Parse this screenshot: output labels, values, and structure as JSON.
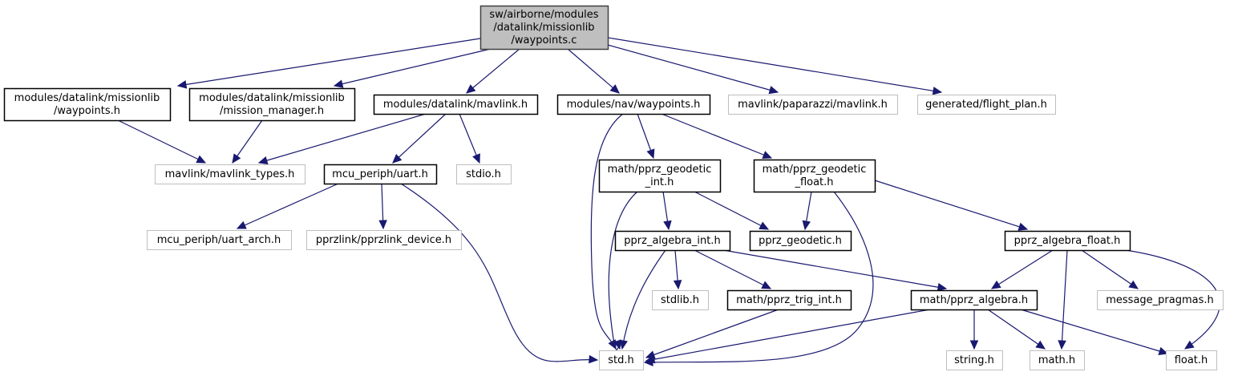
{
  "title": "Include dependency graph for waypoints.c",
  "colors": {
    "edge": "#191970",
    "root_fill": "#bfbfbf",
    "root_border": "#404040",
    "documented_border": "#000000",
    "undocumented_border": "#bfbfbf",
    "node_fill": "#ffffff"
  },
  "nodes": [
    {
      "id": "root",
      "lines": [
        "sw/airborne/modules",
        "/datalink/missionlib",
        "/waypoints.c"
      ],
      "kind": "root"
    },
    {
      "id": "ml_waypoints_h",
      "lines": [
        "modules/datalink/missionlib",
        "/waypoints.h"
      ],
      "kind": "documented"
    },
    {
      "id": "mission_manager_h",
      "lines": [
        "modules/datalink/missionlib",
        "/mission_manager.h"
      ],
      "kind": "documented"
    },
    {
      "id": "dl_mavlink_h",
      "lines": [
        "modules/datalink/mavlink.h"
      ],
      "kind": "documented"
    },
    {
      "id": "nav_waypoints_h",
      "lines": [
        "modules/nav/waypoints.h"
      ],
      "kind": "documented"
    },
    {
      "id": "pprz_mavlink_h",
      "lines": [
        "mavlink/paparazzi/mavlink.h"
      ],
      "kind": "undocumented"
    },
    {
      "id": "flight_plan_h",
      "lines": [
        "generated/flight_plan.h"
      ],
      "kind": "undocumented"
    },
    {
      "id": "mavlink_types_h",
      "lines": [
        "mavlink/mavlink_types.h"
      ],
      "kind": "undocumented"
    },
    {
      "id": "uart_h",
      "lines": [
        "mcu_periph/uart.h"
      ],
      "kind": "documented"
    },
    {
      "id": "stdio_h",
      "lines": [
        "stdio.h"
      ],
      "kind": "undocumented"
    },
    {
      "id": "geodetic_int_h",
      "lines": [
        "math/pprz_geodetic",
        "_int.h"
      ],
      "kind": "documented"
    },
    {
      "id": "geodetic_float_h",
      "lines": [
        "math/pprz_geodetic",
        "_float.h"
      ],
      "kind": "documented"
    },
    {
      "id": "uart_arch_h",
      "lines": [
        "mcu_periph/uart_arch.h"
      ],
      "kind": "undocumented"
    },
    {
      "id": "pprzlink_device_h",
      "lines": [
        "pprzlink/pprzlink_device.h"
      ],
      "kind": "undocumented"
    },
    {
      "id": "algebra_int_h",
      "lines": [
        "pprz_algebra_int.h"
      ],
      "kind": "documented"
    },
    {
      "id": "geodetic_h",
      "lines": [
        "pprz_geodetic.h"
      ],
      "kind": "documented"
    },
    {
      "id": "algebra_float_h",
      "lines": [
        "pprz_algebra_float.h"
      ],
      "kind": "documented"
    },
    {
      "id": "stdlib_h",
      "lines": [
        "stdlib.h"
      ],
      "kind": "undocumented"
    },
    {
      "id": "trig_int_h",
      "lines": [
        "math/pprz_trig_int.h"
      ],
      "kind": "documented"
    },
    {
      "id": "algebra_h",
      "lines": [
        "math/pprz_algebra.h"
      ],
      "kind": "documented"
    },
    {
      "id": "message_pragmas_h",
      "lines": [
        "message_pragmas.h"
      ],
      "kind": "undocumented"
    },
    {
      "id": "std_h",
      "lines": [
        "std.h"
      ],
      "kind": "undocumented"
    },
    {
      "id": "string_h",
      "lines": [
        "string.h"
      ],
      "kind": "undocumented"
    },
    {
      "id": "math_h",
      "lines": [
        "math.h"
      ],
      "kind": "undocumented"
    },
    {
      "id": "float_h",
      "lines": [
        "float.h"
      ],
      "kind": "undocumented"
    }
  ],
  "edges": [
    {
      "from": "root",
      "to": "ml_waypoints_h"
    },
    {
      "from": "root",
      "to": "mission_manager_h"
    },
    {
      "from": "root",
      "to": "dl_mavlink_h"
    },
    {
      "from": "root",
      "to": "nav_waypoints_h"
    },
    {
      "from": "root",
      "to": "pprz_mavlink_h"
    },
    {
      "from": "root",
      "to": "flight_plan_h"
    },
    {
      "from": "ml_waypoints_h",
      "to": "mavlink_types_h"
    },
    {
      "from": "mission_manager_h",
      "to": "mavlink_types_h"
    },
    {
      "from": "dl_mavlink_h",
      "to": "mavlink_types_h"
    },
    {
      "from": "dl_mavlink_h",
      "to": "uart_h"
    },
    {
      "from": "dl_mavlink_h",
      "to": "stdio_h"
    },
    {
      "from": "uart_h",
      "to": "uart_arch_h"
    },
    {
      "from": "uart_h",
      "to": "pprzlink_device_h"
    },
    {
      "from": "uart_h",
      "to": "std_h"
    },
    {
      "from": "nav_waypoints_h",
      "to": "std_h"
    },
    {
      "from": "nav_waypoints_h",
      "to": "geodetic_int_h"
    },
    {
      "from": "nav_waypoints_h",
      "to": "geodetic_float_h"
    },
    {
      "from": "geodetic_int_h",
      "to": "std_h"
    },
    {
      "from": "geodetic_int_h",
      "to": "algebra_int_h"
    },
    {
      "from": "geodetic_int_h",
      "to": "geodetic_h"
    },
    {
      "from": "geodetic_float_h",
      "to": "geodetic_h"
    },
    {
      "from": "geodetic_float_h",
      "to": "std_h"
    },
    {
      "from": "geodetic_float_h",
      "to": "algebra_float_h"
    },
    {
      "from": "algebra_int_h",
      "to": "std_h"
    },
    {
      "from": "algebra_int_h",
      "to": "stdlib_h"
    },
    {
      "from": "algebra_int_h",
      "to": "trig_int_h"
    },
    {
      "from": "algebra_int_h",
      "to": "algebra_h"
    },
    {
      "from": "trig_int_h",
      "to": "std_h"
    },
    {
      "from": "algebra_float_h",
      "to": "algebra_h"
    },
    {
      "from": "algebra_float_h",
      "to": "math_h"
    },
    {
      "from": "algebra_float_h",
      "to": "message_pragmas_h"
    },
    {
      "from": "algebra_float_h",
      "to": "float_h"
    },
    {
      "from": "algebra_h",
      "to": "std_h"
    },
    {
      "from": "algebra_h",
      "to": "string_h"
    },
    {
      "from": "algebra_h",
      "to": "math_h"
    },
    {
      "from": "algebra_h",
      "to": "float_h"
    }
  ]
}
